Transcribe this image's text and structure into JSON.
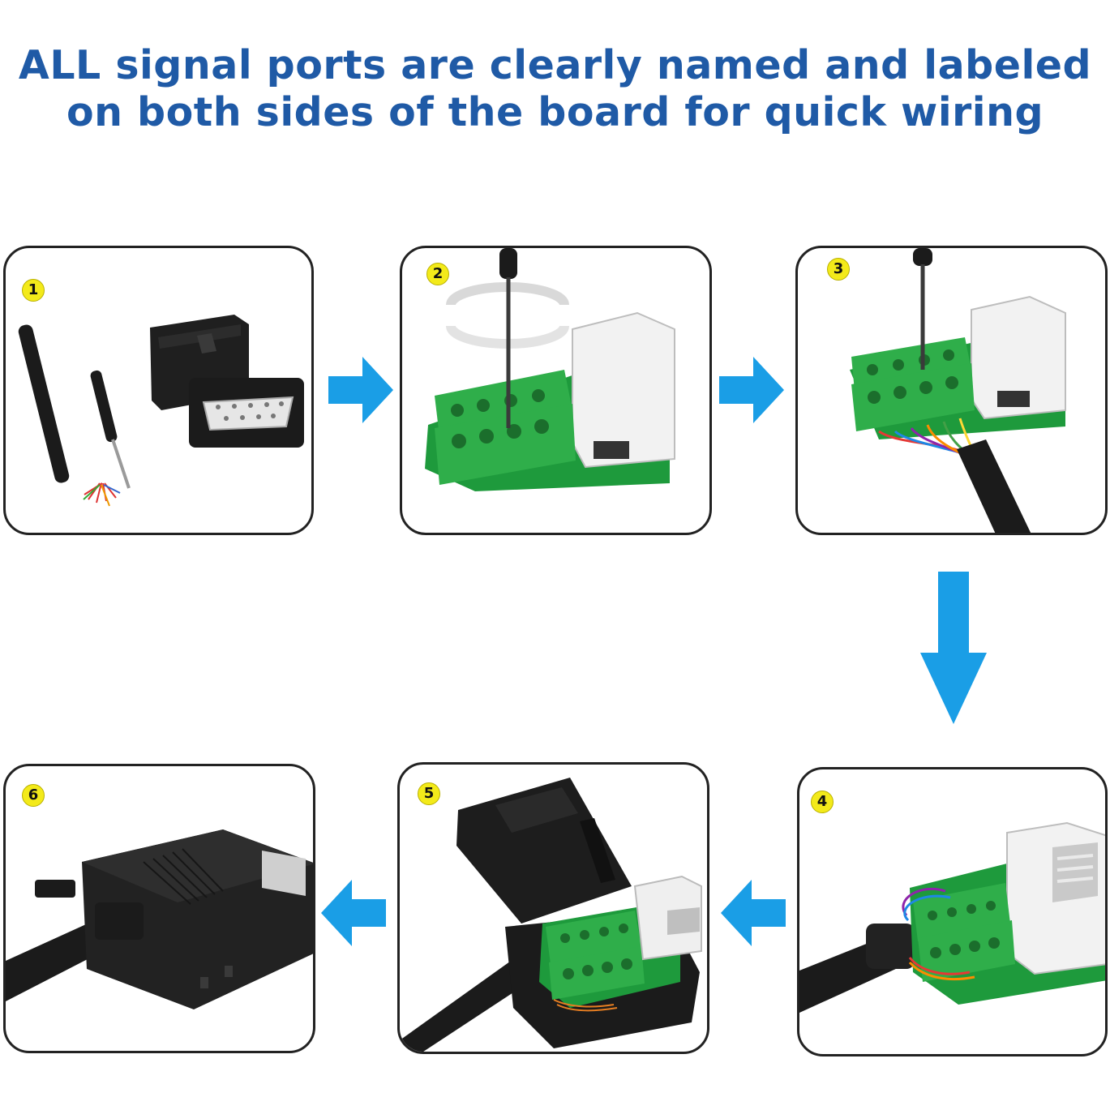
{
  "headline": {
    "line1": "ALL signal ports are clearly named and labeled",
    "line2": "on both sides of the board for quick wiring"
  },
  "colors": {
    "headline": "#1f5aa6",
    "arrow": "#1a9ee6",
    "badge": "#f3ea1a",
    "terminal_green": "#2fae4a",
    "pcb_green": "#1e9a3c",
    "housing_black": "#1b1b1b"
  },
  "steps": [
    {
      "number": "1",
      "icon": "tools-and-connector-hood"
    },
    {
      "number": "2",
      "icon": "loosen-terminal-screws"
    },
    {
      "number": "3",
      "icon": "insert-and-tighten-wires"
    },
    {
      "number": "4",
      "icon": "wired-terminal-board"
    },
    {
      "number": "5",
      "icon": "close-hood-shell"
    },
    {
      "number": "6",
      "icon": "assembled-connector"
    }
  ],
  "arrows": [
    {
      "from": "1",
      "to": "2",
      "direction": "right"
    },
    {
      "from": "2",
      "to": "3",
      "direction": "right"
    },
    {
      "from": "3",
      "to": "4",
      "direction": "down"
    },
    {
      "from": "4",
      "to": "5",
      "direction": "left"
    },
    {
      "from": "5",
      "to": "6",
      "direction": "left"
    }
  ]
}
